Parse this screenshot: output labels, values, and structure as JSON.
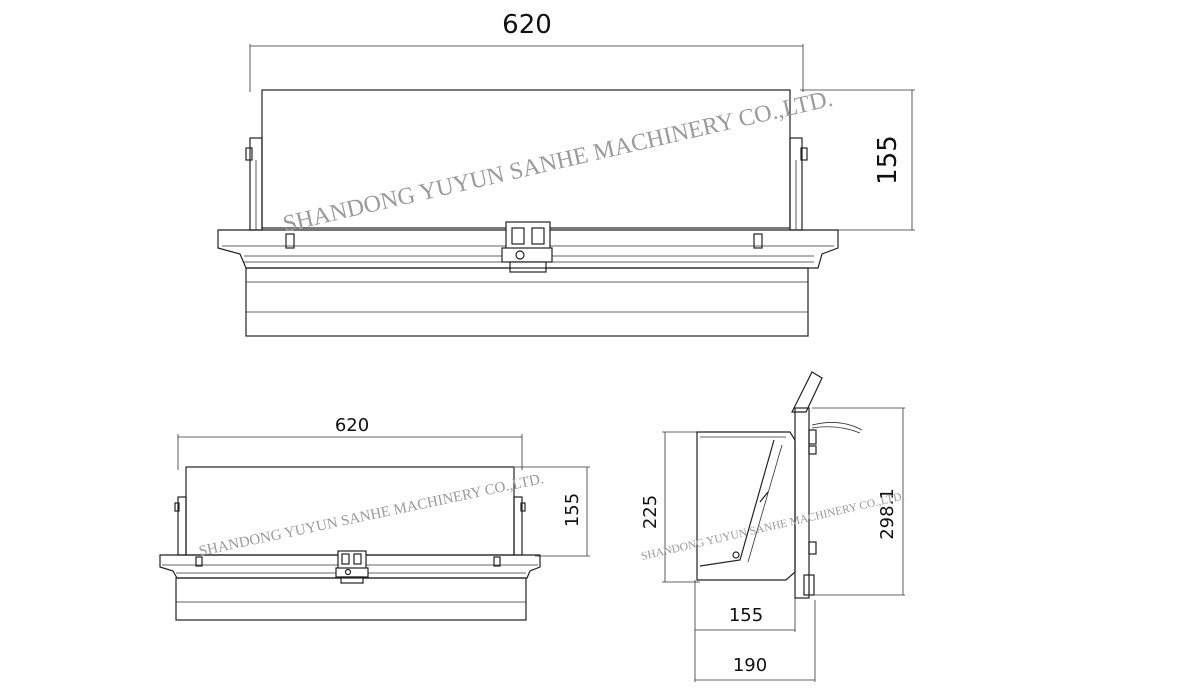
{
  "watermark": "SHANDONG YUYUN SANHE MACHINERY CO.,LTD.",
  "view_top": {
    "width_dim": "620",
    "height_dim": "155"
  },
  "view_front": {
    "width_dim": "620",
    "height_dim": "155"
  },
  "view_side": {
    "height_left_dim": "225",
    "height_right_dim": "298.1",
    "depth_dim": "155",
    "total_depth_dim": "190"
  }
}
